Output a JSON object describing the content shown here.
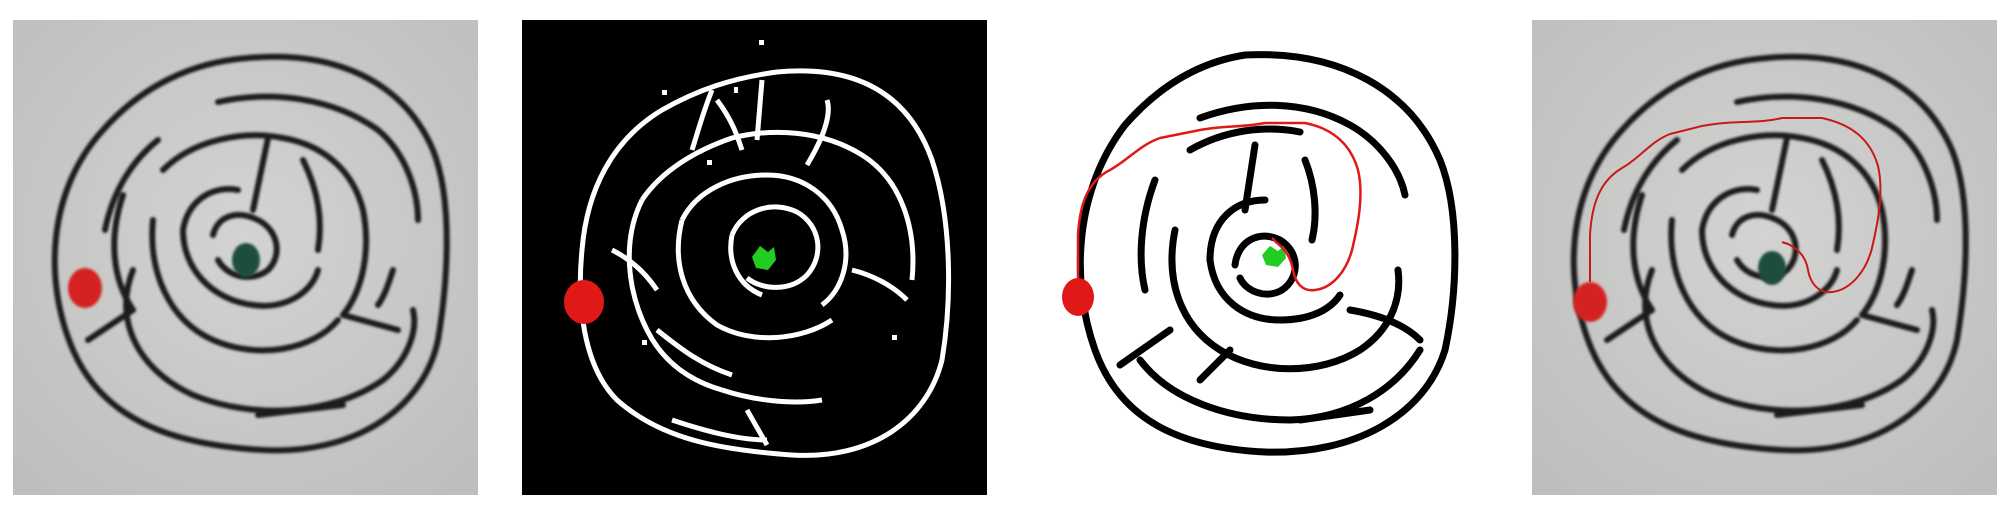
{
  "figure": {
    "panels": [
      {
        "id": "photo",
        "description_name": "original-maze-photo"
      },
      {
        "id": "binary",
        "description_name": "binarized-maze"
      },
      {
        "id": "solution",
        "description_name": "solved-maze-path"
      },
      {
        "id": "overlay",
        "description_name": "path-overlay-photo"
      }
    ]
  },
  "colors": {
    "paper": "#c9cac8",
    "paper_edge": "#b9bab8",
    "ink": "#1a1a1a",
    "start_marker": "#d42020",
    "goal_marker_photo": "#1f4d3c",
    "goal_marker_binary": "#22cc22",
    "binary_background": "#000000",
    "binary_walls": "#ffffff",
    "solution_background": "#ffffff",
    "path": "#e01818"
  }
}
